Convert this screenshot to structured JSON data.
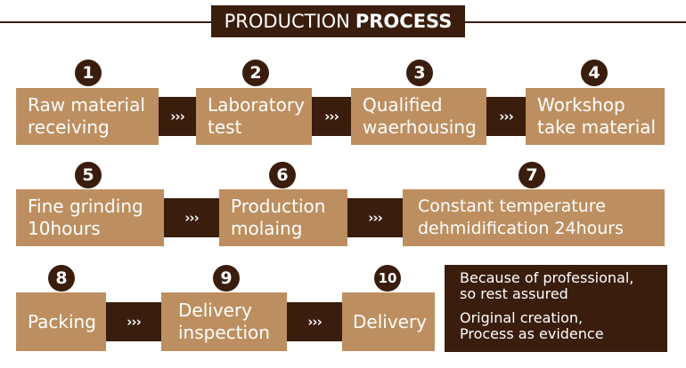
{
  "header": {
    "title_regular": "PRODUCTION",
    "title_bold": "PROCESS"
  },
  "steps": [
    {
      "number": "1",
      "lines": [
        "Raw material",
        "receiving"
      ]
    },
    {
      "number": "2",
      "lines": [
        "Laboratory",
        "test"
      ]
    },
    {
      "number": "3",
      "lines": [
        "Qualified",
        "waerhousing"
      ]
    },
    {
      "number": "4",
      "lines": [
        "Workshop",
        "take material"
      ]
    },
    {
      "number": "5",
      "lines": [
        "Fine grinding",
        "10hours"
      ]
    },
    {
      "number": "6",
      "lines": [
        "Production",
        "molaing"
      ]
    },
    {
      "number": "7",
      "lines": [
        "Constant temperature",
        "dehmidification 24hours"
      ]
    },
    {
      "number": "8",
      "lines": [
        "Packing"
      ]
    },
    {
      "number": "9",
      "lines": [
        "Delivery",
        "inspection"
      ]
    },
    {
      "number": "10",
      "lines": [
        "Delivery"
      ]
    }
  ],
  "arrow_glyph": "›››",
  "note": {
    "p1": [
      "Because of professional,",
      "so rest assured"
    ],
    "p2": [
      "Original creation,",
      "Process as evidence"
    ]
  },
  "colors": {
    "dark_brown": "#3a1d0d",
    "tan": "#bd8f60",
    "text": "#ffffff"
  }
}
